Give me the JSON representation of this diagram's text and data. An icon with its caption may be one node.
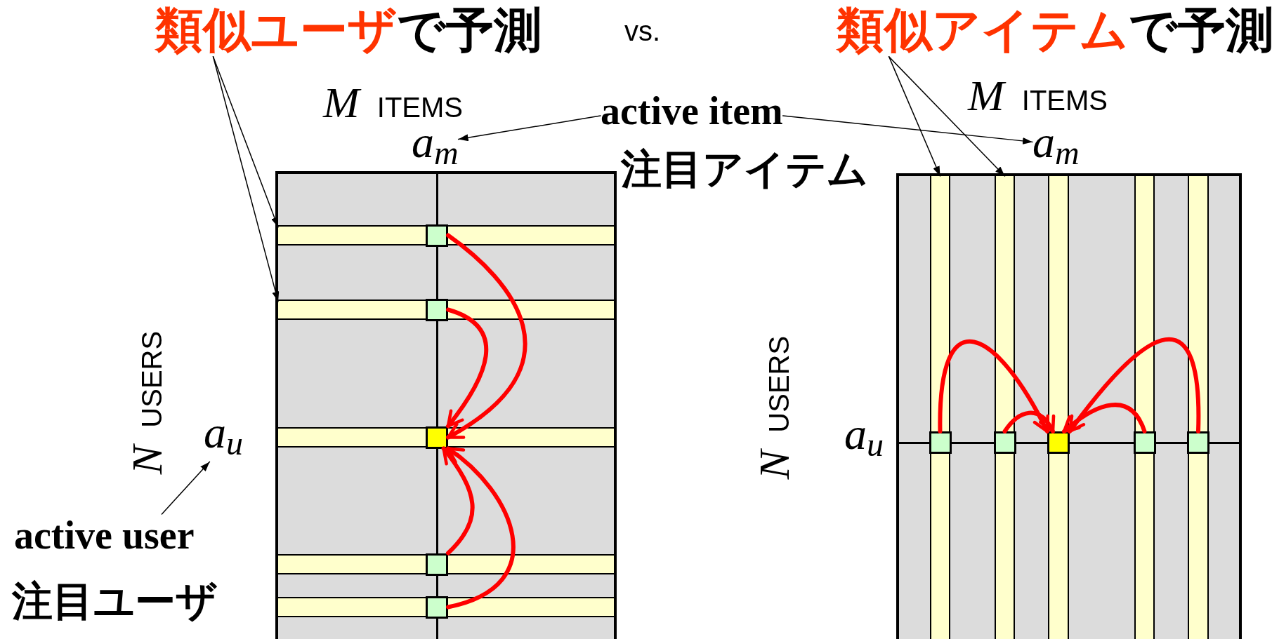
{
  "diagram": {
    "nodes": [
      {
        "text": [
          "**類似ユーザ**で予測"
        ]
      },
      {
        "text": [
          "**類似アイテム**で予測"
        ]
      },
      {
        "text": [
          "active item"
        ],
        "beside": [
          "注目アイテム"
        ]
      },
      {
        "text": [
          "a$_{m}$"
        ]
      },
      {
        "text": [
          "a$_{m}$"
        ]
      },
      {
        "text": [],
        "shape": "box"
      },
      {
        "text": [],
        "shape": "bar",
        "in": 5
      },
      {
        "text": [],
        "shape": "bar",
        "in": 5
      },
      {
        "text": [],
        "shape": "bar",
        "in": 5
      },
      {
        "text": [],
        "shape": "bar",
        "in": 5
      },
      {
        "text": [],
        "shape": "bar",
        "in": 5
      },
      {
        "text": [],
        "shape": "box",
        "in": 6
      },
      {
        "text": [],
        "shape": "box",
        "in": 7
      },
      {
        "text": [],
        "shape": "box",
        "in": 8
      },
      {
        "text": [],
        "shape": "box",
        "in": 9
      },
      {
        "text": [],
        "shape": "box",
        "in": 10
      },
      {
        "text": [
          "a$_{u}$"
        ]
      },
      {
        "text": [
          "active user"
        ],
        "beside": [
          "注目ユーザ"
        ]
      },
      {
        "text": [],
        "shape": "box"
      },
      {
        "text": [],
        "shape": "bar",
        "in": 18
      },
      {
        "text": [],
        "shape": "bar",
        "in": 18
      },
      {
        "text": [],
        "shape": "bar",
        "in": 18
      },
      {
        "text": [],
        "shape": "bar",
        "in": 18
      },
      {
        "text": [],
        "shape": "bar",
        "in": 18
      },
      {
        "text": [],
        "shape": "box",
        "in": 19
      },
      {
        "text": [],
        "shape": "box",
        "in": 20
      },
      {
        "text": [],
        "shape": "box",
        "in": 21
      },
      {
        "text": [],
        "shape": "box",
        "in": 22
      },
      {
        "text": [],
        "shape": "box",
        "in": 23
      }
    ],
    "edges": [
      {
        "from": 0,
        "to": 6,
        "arrow": "to",
        "color": "#000000"
      },
      {
        "from": 0,
        "to": 7,
        "arrow": "to",
        "color": "#000000"
      },
      {
        "from": 1,
        "to": 19,
        "arrow": "to",
        "color": "#000000"
      },
      {
        "from": 1,
        "to": 20,
        "arrow": "to",
        "color": "#000000"
      },
      {
        "from": 2,
        "to": 3,
        "arrow": "to",
        "color": "#000000"
      },
      {
        "from": 2,
        "to": 4,
        "arrow": "to",
        "color": "#000000"
      },
      {
        "from": 17,
        "to": 16,
        "arrow": "to",
        "color": "#000000"
      },
      {
        "from": 11,
        "to": 13,
        "arrow": "to",
        "color": "#ff0000"
      },
      {
        "from": 12,
        "to": 13,
        "arrow": "to",
        "color": "#ff0000"
      },
      {
        "from": 14,
        "to": 13,
        "arrow": "to",
        "color": "#ff0000"
      },
      {
        "from": 15,
        "to": 13,
        "arrow": "to",
        "color": "#ff0000"
      },
      {
        "from": 24,
        "to": 26,
        "arrow": "to",
        "color": "#ff0000"
      },
      {
        "from": 25,
        "to": 26,
        "arrow": "to",
        "color": "#ff0000"
      },
      {
        "from": 27,
        "to": 26,
        "arrow": "to",
        "color": "#ff0000"
      },
      {
        "from": 28,
        "to": 26,
        "arrow": "to",
        "color": "#ff0000"
      }
    ],
    "labels": [
      "vs.",
      "*M* ITEMS",
      "*M* ITEMS",
      "*N* USERS",
      "*N* USERS",
      "a$_{u}$"
    ]
  }
}
